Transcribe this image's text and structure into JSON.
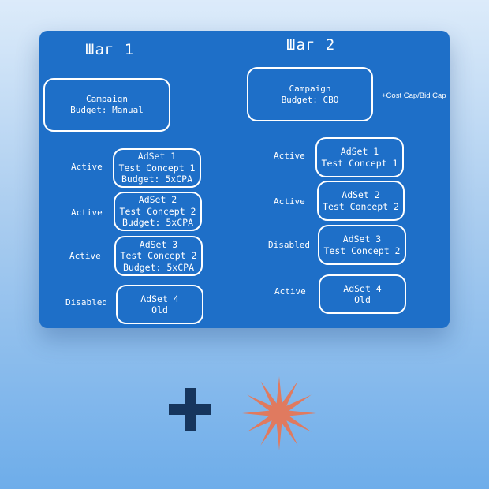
{
  "colors": {
    "board": "#1e6fc8",
    "plus": "#16355d",
    "burst": "#e07a5f"
  },
  "left": {
    "heading": "Шаг 1",
    "campaign": [
      "Campaign",
      "Budget: Manual"
    ],
    "adsets": [
      {
        "status": "Active",
        "lines": [
          "AdSet 1",
          "Test Concept 1",
          "Budget: 5xCPA"
        ]
      },
      {
        "status": "Active",
        "lines": [
          "AdSet 2",
          "Test Concept 2",
          "Budget: 5xCPA"
        ]
      },
      {
        "status": "Active",
        "lines": [
          "AdSet 3",
          "Test Concept 2",
          "Budget: 5xCPA"
        ]
      },
      {
        "status": "Disabled",
        "lines": [
          "AdSet 4",
          "Old"
        ]
      }
    ]
  },
  "right": {
    "heading": "Шаг 2",
    "campaign": [
      "Campaign",
      "Budget: CBO"
    ],
    "note": "+Cost Cap/Bid Cap",
    "adsets": [
      {
        "status": "Active",
        "lines": [
          "AdSet 1",
          "Test Concept 1"
        ]
      },
      {
        "status": "Active",
        "lines": [
          "AdSet 2",
          "Test Concept 2"
        ]
      },
      {
        "status": "Disabled",
        "lines": [
          "AdSet 3",
          "Test Concept 2"
        ]
      },
      {
        "status": "Active",
        "lines": [
          "AdSet 4",
          "Old"
        ]
      }
    ]
  },
  "icons": {
    "plus": "plus-icon",
    "burst": "starburst-icon"
  }
}
